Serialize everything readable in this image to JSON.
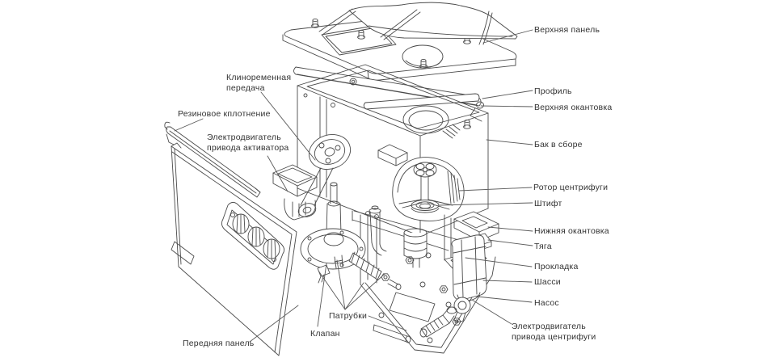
{
  "figure": {
    "type": "exploded-technical-diagram",
    "subject": "Стиральная машина (вид в разобранном состоянии)",
    "background_color": "#ffffff",
    "line_color": "#4a4a4a",
    "label_color": "#333333"
  },
  "labels": {
    "top_panel": "Верхняя панель",
    "profile": "Профиль",
    "top_edging": "Верхняя окантовка",
    "tank_assembly": "Бак в сборе",
    "centrifuge_rotor": "Ротор центрифуги",
    "pin": "Штифт",
    "bottom_edging": "Нижняя окантовка",
    "rod": "Тяга",
    "gasket": "Прокладка",
    "chassis": "Шасси",
    "pump": "Насос",
    "centrifuge_motor": "Электродвигатель\nпривода центрифуги",
    "v_belt_drive": "Клиноременная\nпередача",
    "rubber_seal": "Резиновое кплотнение",
    "activator_motor": "Электродвигатель\nпривода активатора",
    "pipes": "Патрубки",
    "valve": "Клапан",
    "front_panel": "Передняя панель"
  }
}
